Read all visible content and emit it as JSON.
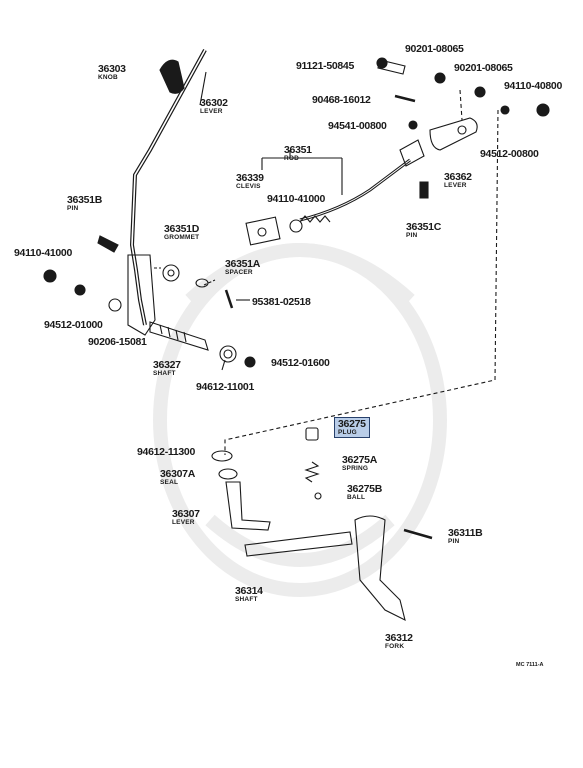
{
  "diagram": {
    "reference": "MC 7111-A",
    "highlighted_part": "36275",
    "parts": [
      {
        "id": "p36303",
        "number": "36303",
        "name": "KNOB"
      },
      {
        "id": "p36302",
        "number": "36302",
        "name": "LEVER"
      },
      {
        "id": "p91121",
        "number": "91121-50845",
        "name": ""
      },
      {
        "id": "p90201a",
        "number": "90201-08065",
        "name": ""
      },
      {
        "id": "p90201b",
        "number": "90201-08065",
        "name": ""
      },
      {
        "id": "p94110a",
        "number": "94110-40800",
        "name": ""
      },
      {
        "id": "p90468",
        "number": "90468-16012",
        "name": ""
      },
      {
        "id": "p94541",
        "number": "94541-00800",
        "name": ""
      },
      {
        "id": "p94512a",
        "number": "94512-00800",
        "name": ""
      },
      {
        "id": "p36351",
        "number": "36351",
        "name": "ROD"
      },
      {
        "id": "p36339",
        "number": "36339",
        "name": "CLEVIS"
      },
      {
        "id": "p36362",
        "number": "36362",
        "name": "LEVER"
      },
      {
        "id": "p36351B",
        "number": "36351B",
        "name": "PIN"
      },
      {
        "id": "p94110b",
        "number": "94110-41000",
        "name": ""
      },
      {
        "id": "p36351C",
        "number": "36351C",
        "name": "PIN"
      },
      {
        "id": "p36351D",
        "number": "36351D",
        "name": "GROMMET"
      },
      {
        "id": "p94110c",
        "number": "94110-41000",
        "name": ""
      },
      {
        "id": "p36351A",
        "number": "36351A",
        "name": "SPACER"
      },
      {
        "id": "p95381",
        "number": "95381-02518",
        "name": ""
      },
      {
        "id": "p94512b",
        "number": "94512-01000",
        "name": ""
      },
      {
        "id": "p90206",
        "number": "90206-15081",
        "name": ""
      },
      {
        "id": "p36327",
        "number": "36327",
        "name": "SHAFT"
      },
      {
        "id": "p94512c",
        "number": "94512-01600",
        "name": ""
      },
      {
        "id": "p94612a",
        "number": "94612-11001",
        "name": ""
      },
      {
        "id": "p36275",
        "number": "36275",
        "name": "PLUG"
      },
      {
        "id": "p94612b",
        "number": "94612-11300",
        "name": ""
      },
      {
        "id": "p36275A",
        "number": "36275A",
        "name": "SPRING"
      },
      {
        "id": "p36307A",
        "number": "36307A",
        "name": "SEAL"
      },
      {
        "id": "p36275B",
        "number": "36275B",
        "name": "BALL"
      },
      {
        "id": "p36307",
        "number": "36307",
        "name": "LEVER"
      },
      {
        "id": "p36311B",
        "number": "36311B",
        "name": "PIN"
      },
      {
        "id": "p36314",
        "number": "36314",
        "name": "SHAFT"
      },
      {
        "id": "p36312",
        "number": "36312",
        "name": "FORK"
      }
    ]
  }
}
